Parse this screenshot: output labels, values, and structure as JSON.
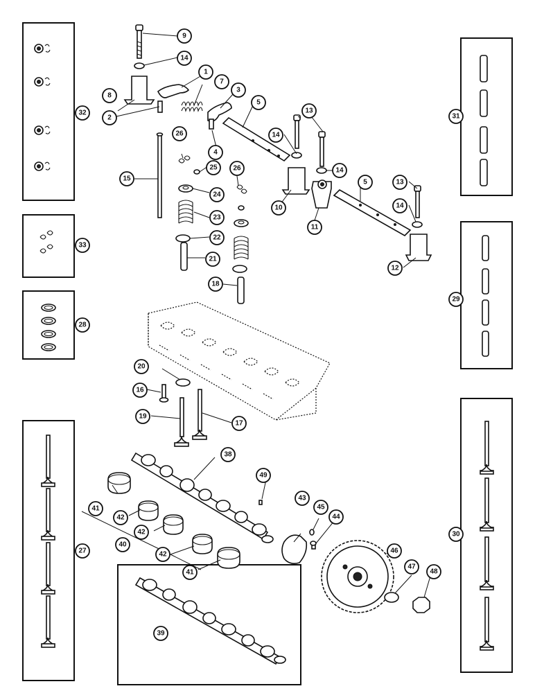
{
  "callouts": [
    {
      "id": "c1",
      "label": "1"
    },
    {
      "id": "c2",
      "label": "2"
    },
    {
      "id": "c3",
      "label": "3"
    },
    {
      "id": "c4",
      "label": "4"
    },
    {
      "id": "c5a",
      "label": "5"
    },
    {
      "id": "c5b",
      "label": "5"
    },
    {
      "id": "c7",
      "label": "7"
    },
    {
      "id": "c8",
      "label": "8"
    },
    {
      "id": "c9",
      "label": "9"
    },
    {
      "id": "c10",
      "label": "10"
    },
    {
      "id": "c11",
      "label": "11"
    },
    {
      "id": "c12",
      "label": "12"
    },
    {
      "id": "c13a",
      "label": "13"
    },
    {
      "id": "c13b",
      "label": "13"
    },
    {
      "id": "c14a",
      "label": "14"
    },
    {
      "id": "c14b",
      "label": "14"
    },
    {
      "id": "c14c",
      "label": "14"
    },
    {
      "id": "c14d",
      "label": "14"
    },
    {
      "id": "c15",
      "label": "15"
    },
    {
      "id": "c16",
      "label": "16"
    },
    {
      "id": "c17",
      "label": "17"
    },
    {
      "id": "c18",
      "label": "18"
    },
    {
      "id": "c19",
      "label": "19"
    },
    {
      "id": "c20",
      "label": "20"
    },
    {
      "id": "c21",
      "label": "21"
    },
    {
      "id": "c22",
      "label": "22"
    },
    {
      "id": "c23",
      "label": "23"
    },
    {
      "id": "c24",
      "label": "24"
    },
    {
      "id": "c25",
      "label": "25"
    },
    {
      "id": "c26a",
      "label": "26"
    },
    {
      "id": "c26b",
      "label": "26"
    },
    {
      "id": "c27",
      "label": "27"
    },
    {
      "id": "c28",
      "label": "28"
    },
    {
      "id": "c29",
      "label": "29"
    },
    {
      "id": "c30",
      "label": "30"
    },
    {
      "id": "c31",
      "label": "31"
    },
    {
      "id": "c32",
      "label": "32"
    },
    {
      "id": "c33",
      "label": "33"
    },
    {
      "id": "c38",
      "label": "38"
    },
    {
      "id": "c39",
      "label": "39"
    },
    {
      "id": "c40",
      "label": "40"
    },
    {
      "id": "c41a",
      "label": "41"
    },
    {
      "id": "c41b",
      "label": "41"
    },
    {
      "id": "c42a",
      "label": "42"
    },
    {
      "id": "c42b",
      "label": "42"
    },
    {
      "id": "c42c",
      "label": "42"
    },
    {
      "id": "c43",
      "label": "43"
    },
    {
      "id": "c44",
      "label": "44"
    },
    {
      "id": "c45",
      "label": "45"
    },
    {
      "id": "c46",
      "label": "46"
    },
    {
      "id": "c47",
      "label": "47"
    },
    {
      "id": "c48",
      "label": "48"
    },
    {
      "id": "c49",
      "label": "49"
    }
  ]
}
